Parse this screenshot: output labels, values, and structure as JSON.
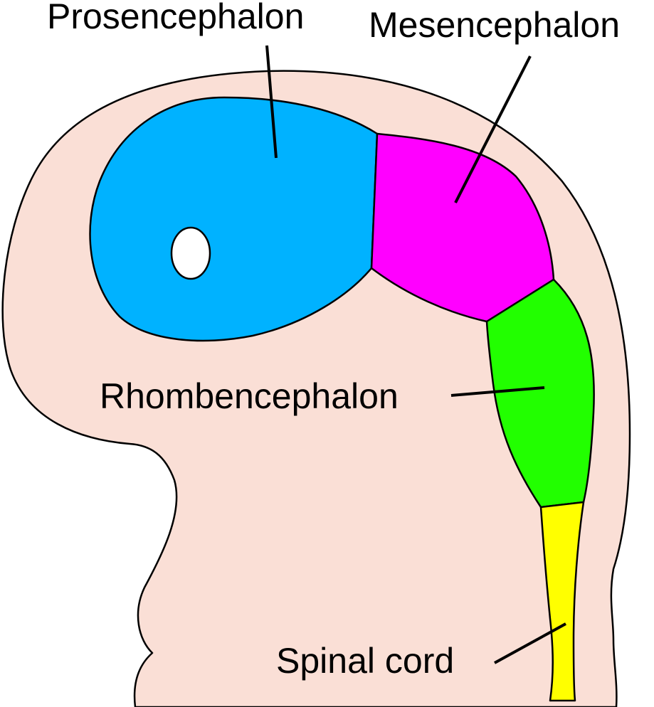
{
  "diagram": {
    "labels": {
      "prosencephalon": "Prosencephalon",
      "mesencephalon": "Mesencephalon",
      "rhombencephalon": "Rhombencephalon",
      "spinal_cord": "Spinal cord"
    },
    "colors": {
      "background": "#ffffff",
      "embryo_body": "#fadfd6",
      "prosencephalon": "#00b2ff",
      "mesencephalon": "#ff00ff",
      "rhombencephalon": "#22ff00",
      "spinal_cord": "#ffff00",
      "optic_vesicle": "#ffffff",
      "outline": "#000000"
    }
  }
}
